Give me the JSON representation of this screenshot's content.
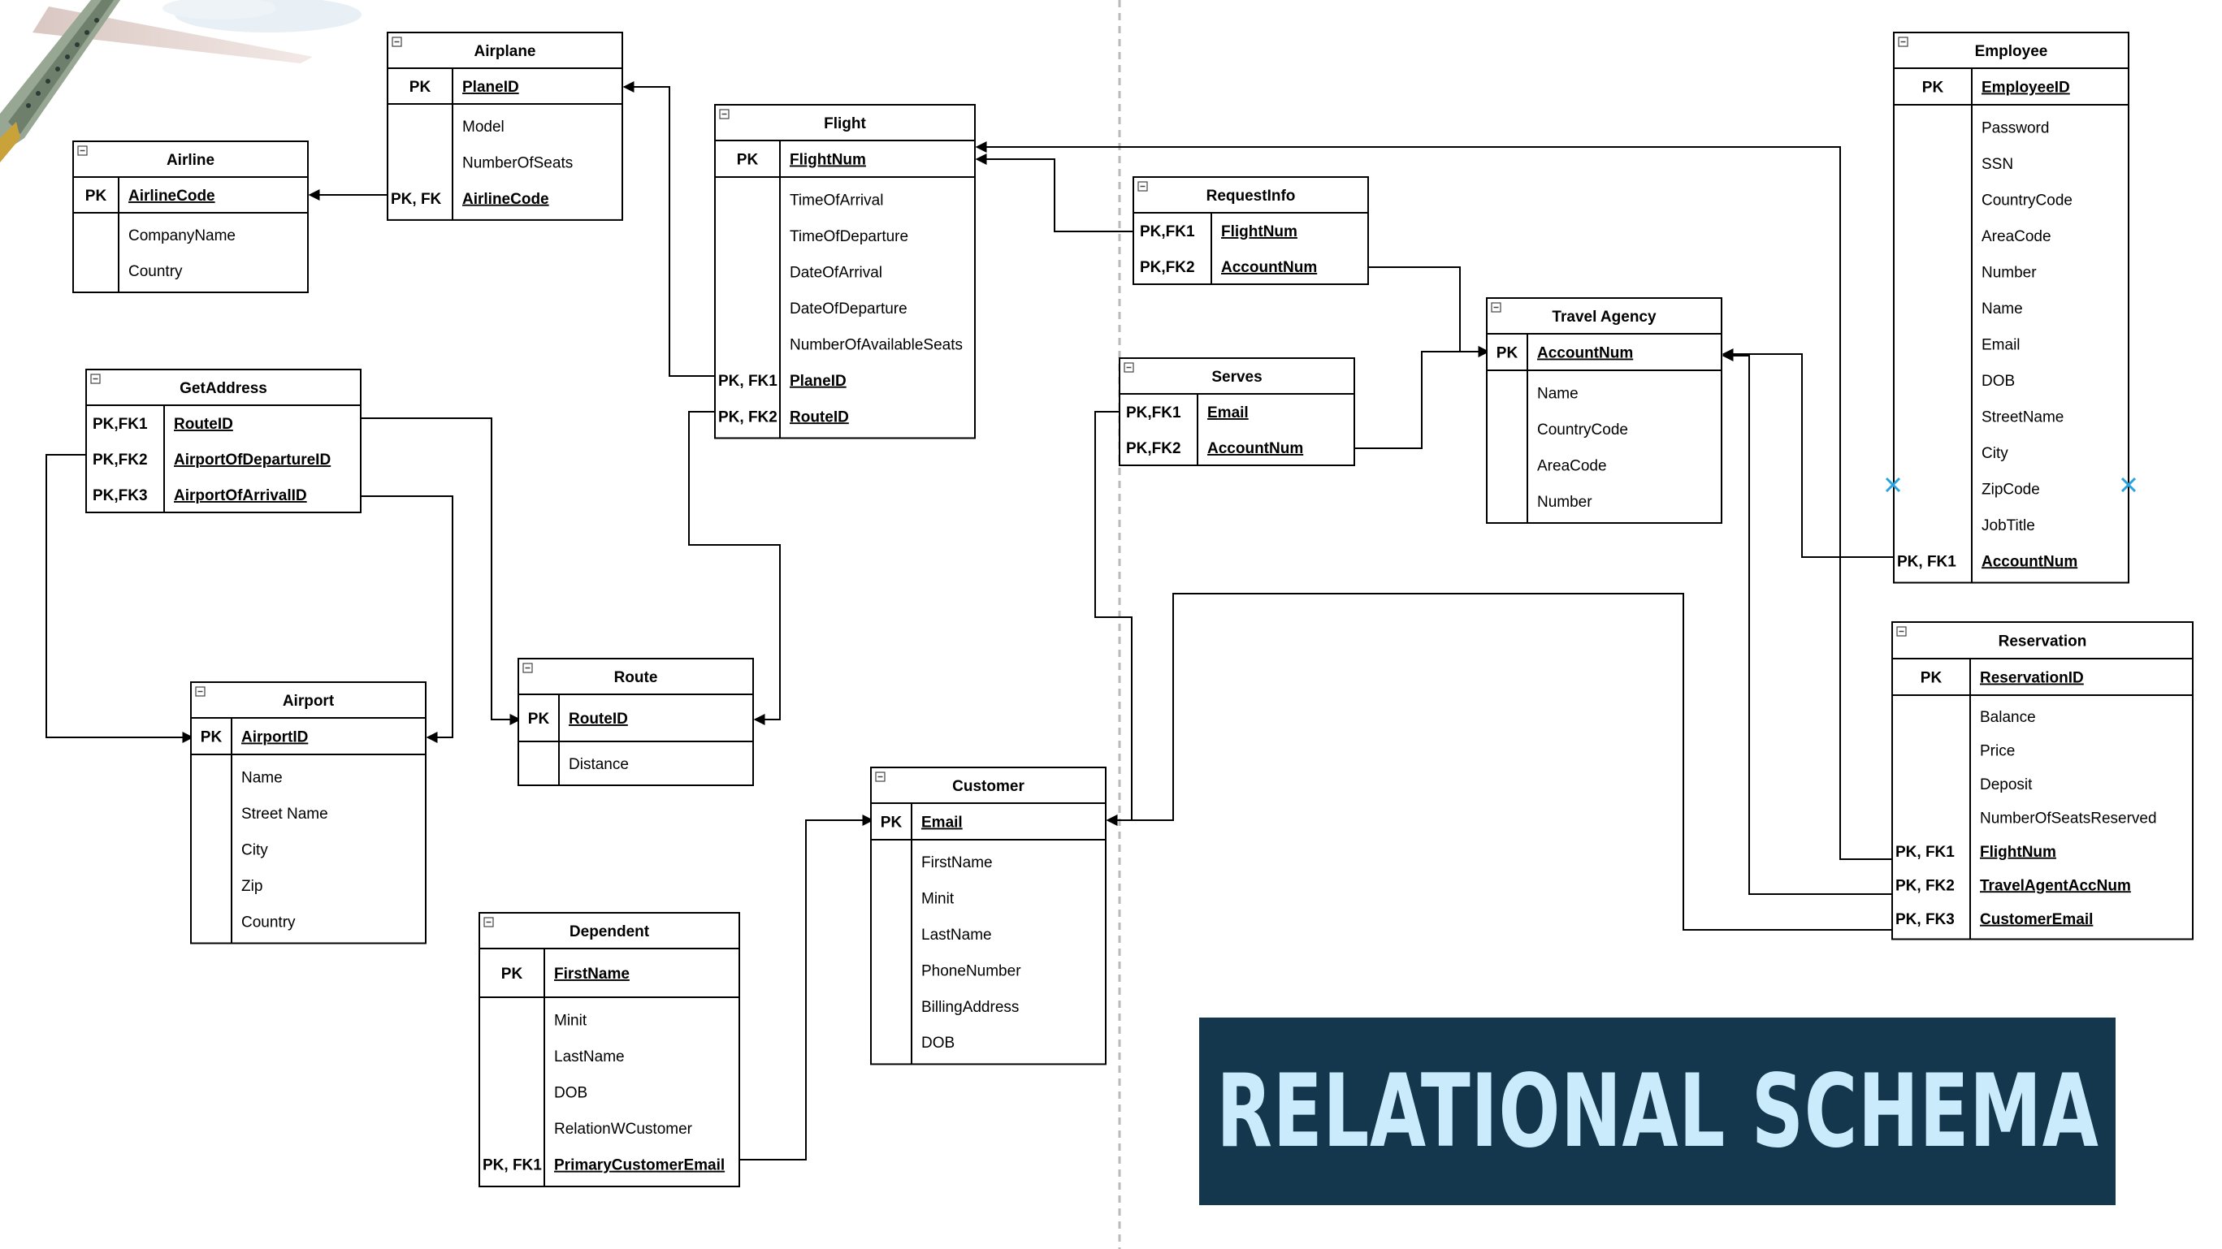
{
  "title": "RELATIONAL SCHEMA",
  "colors": {
    "banner_bg": "#14374d",
    "banner_text": "#c9ebfb",
    "line": "#000000",
    "divider": "#bbbbbb",
    "marker": "#29a3e0"
  },
  "icons": [
    "collapse-icon",
    "airplane-decoration",
    "x-marker-icon"
  ],
  "tables": [
    {
      "id": "airplane",
      "name": "Airplane",
      "pk": [
        "PK"
      ],
      "pk_fields": [
        "PlaneID"
      ],
      "keys": [
        "",
        "",
        "PK, FK"
      ],
      "fields": [
        "Model",
        "NumberOfSeats",
        "AirlineCode"
      ],
      "underlined": [
        false,
        false,
        true
      ]
    },
    {
      "id": "airline",
      "name": "Airline",
      "pk": [
        "PK"
      ],
      "pk_fields": [
        "AirlineCode"
      ],
      "keys": [
        "",
        ""
      ],
      "fields": [
        "CompanyName",
        "Country"
      ],
      "underlined": [
        false,
        false
      ]
    },
    {
      "id": "flight",
      "name": "Flight",
      "pk": [
        "PK"
      ],
      "pk_fields": [
        "FlightNum"
      ],
      "keys": [
        "",
        "",
        "",
        "",
        "",
        "PK, FK1",
        "PK, FK2"
      ],
      "fields": [
        "TimeOfArrival",
        "TimeOfDeparture",
        "DateOfArrival",
        "DateOfDeparture",
        "NumberOfAvailableSeats",
        "PlaneID",
        "RouteID"
      ],
      "underlined": [
        false,
        false,
        false,
        false,
        false,
        true,
        true
      ]
    },
    {
      "id": "requestinfo",
      "name": "RequestInfo",
      "pk": [
        "PK,FK1",
        "PK,FK2"
      ],
      "pk_fields": [
        "FlightNum",
        "AccountNum"
      ],
      "keys": [],
      "fields": [],
      "underlined": []
    },
    {
      "id": "serves",
      "name": "Serves",
      "pk": [
        "PK,FK1",
        "PK,FK2"
      ],
      "pk_fields": [
        "Email",
        "AccountNum"
      ],
      "keys": [],
      "fields": [],
      "underlined": []
    },
    {
      "id": "travelagency",
      "name": "Travel Agency",
      "pk": [
        "PK"
      ],
      "pk_fields": [
        "AccountNum"
      ],
      "keys": [
        "",
        "",
        "",
        ""
      ],
      "fields": [
        "Name",
        "CountryCode",
        "AreaCode",
        "Number"
      ],
      "underlined": [
        false,
        false,
        false,
        false
      ]
    },
    {
      "id": "employee",
      "name": "Employee",
      "pk": [
        "PK"
      ],
      "pk_fields": [
        "EmployeeID"
      ],
      "keys": [
        "",
        "",
        "",
        "",
        "",
        "",
        "",
        "",
        "",
        "",
        "",
        "",
        "PK, FK1"
      ],
      "fields": [
        "Password",
        "SSN",
        "CountryCode",
        "AreaCode",
        "Number",
        "Name",
        "Email",
        "DOB",
        "StreetName",
        "City",
        "ZipCode",
        "JobTitle",
        "AccountNum"
      ],
      "underlined": [
        false,
        false,
        false,
        false,
        false,
        false,
        false,
        false,
        false,
        false,
        false,
        false,
        true
      ]
    },
    {
      "id": "getaddress",
      "name": "GetAddress",
      "pk": [
        "PK,FK1",
        "PK,FK2",
        "PK,FK3"
      ],
      "pk_fields": [
        "RouteID",
        "AirportOfDepartureID",
        "AirportOfArrivalID"
      ],
      "keys": [],
      "fields": [],
      "underlined": []
    },
    {
      "id": "airport",
      "name": "Airport",
      "pk": [
        "PK"
      ],
      "pk_fields": [
        "AirportID"
      ],
      "keys": [
        "",
        "",
        "",
        "",
        ""
      ],
      "fields": [
        "Name",
        "Street Name",
        "City",
        "Zip",
        "Country"
      ],
      "underlined": [
        false,
        false,
        false,
        false,
        false
      ]
    },
    {
      "id": "route",
      "name": "Route",
      "pk": [
        "PK"
      ],
      "pk_fields": [
        "RouteID"
      ],
      "keys": [
        ""
      ],
      "fields": [
        "Distance"
      ],
      "underlined": [
        false
      ]
    },
    {
      "id": "customer",
      "name": "Customer",
      "pk": [
        "PK"
      ],
      "pk_fields": [
        "Email"
      ],
      "keys": [
        "",
        "",
        "",
        "",
        "",
        ""
      ],
      "fields": [
        "FirstName",
        "Minit",
        "LastName",
        "PhoneNumber",
        "BillingAddress",
        "DOB"
      ],
      "underlined": [
        false,
        false,
        false,
        false,
        false,
        false
      ]
    },
    {
      "id": "dependent",
      "name": "Dependent",
      "pk": [
        "PK"
      ],
      "pk_fields": [
        "FirstName"
      ],
      "keys": [
        "",
        "",
        "",
        "",
        "PK, FK1"
      ],
      "fields": [
        "Minit",
        "LastName",
        "DOB",
        "RelationWCustomer",
        "PrimaryCustomerEmail"
      ],
      "underlined": [
        false,
        false,
        false,
        false,
        true
      ]
    },
    {
      "id": "reservation",
      "name": "Reservation",
      "pk": [
        "PK"
      ],
      "pk_fields": [
        "ReservationID"
      ],
      "keys": [
        "",
        "",
        "",
        "",
        "PK, FK1",
        "PK, FK2",
        "PK, FK3"
      ],
      "fields": [
        "Balance",
        "Price",
        "Deposit",
        "NumberOfSeatsReserved",
        "FlightNum",
        "TravelAgentAccNum",
        "CustomerEmail"
      ],
      "underlined": [
        false,
        false,
        false,
        false,
        true,
        true,
        true
      ]
    }
  ],
  "relationships": [
    {
      "from": "airplane.AirlineCode",
      "to": "airline.AirlineCode"
    },
    {
      "from": "flight.PlaneID",
      "to": "airplane.PlaneID"
    },
    {
      "from": "flight.RouteID",
      "to": "route.RouteID"
    },
    {
      "from": "requestinfo.FlightNum",
      "to": "flight.FlightNum"
    },
    {
      "from": "requestinfo.AccountNum",
      "to": "travelagency.AccountNum"
    },
    {
      "from": "serves.AccountNum",
      "to": "travelagency.AccountNum"
    },
    {
      "from": "serves.Email",
      "to": "customer.Email"
    },
    {
      "from": "employee.AccountNum",
      "to": "travelagency.AccountNum"
    },
    {
      "from": "reservation.FlightNum",
      "to": "flight.FlightNum"
    },
    {
      "from": "reservation.TravelAgentAccNum",
      "to": "travelagency.AccountNum"
    },
    {
      "from": "reservation.CustomerEmail",
      "to": "customer.Email"
    },
    {
      "from": "getaddress.RouteID",
      "to": "route.RouteID"
    },
    {
      "from": "getaddress.AirportOfDepartureID",
      "to": "airport.AirportID"
    },
    {
      "from": "getaddress.AirportOfArrivalID",
      "to": "airport.AirportID"
    },
    {
      "from": "dependent.PrimaryCustomerEmail",
      "to": "customer.Email"
    }
  ]
}
